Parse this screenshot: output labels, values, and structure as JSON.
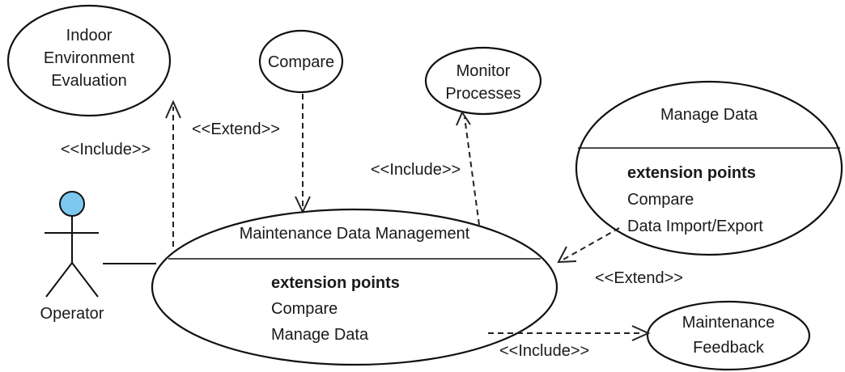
{
  "actor": {
    "name": "Operator",
    "head_color": "#7ec8f0"
  },
  "use_cases": {
    "indoor": [
      "Indoor",
      "Environment",
      "Evaluation"
    ],
    "compare": "Compare",
    "monitor": [
      "Monitor",
      "Processes"
    ],
    "manage_data": {
      "title": "Manage Data",
      "ext_heading": "extension points",
      "ext_points": [
        "Compare",
        "Data Import/Export"
      ]
    },
    "maintenance": {
      "title": "Maintenance Data Management",
      "ext_heading": "extension points",
      "ext_points": [
        "Compare",
        "Manage Data"
      ]
    },
    "feedback": [
      "Maintenance",
      "Feedback"
    ]
  },
  "relations": {
    "include_indoor": "<<Include>>",
    "extend_compare": "<<Extend>>",
    "include_monitor": "<<Include>>",
    "extend_manage": "<<Extend>>",
    "include_feedback": "<<Include>>"
  }
}
